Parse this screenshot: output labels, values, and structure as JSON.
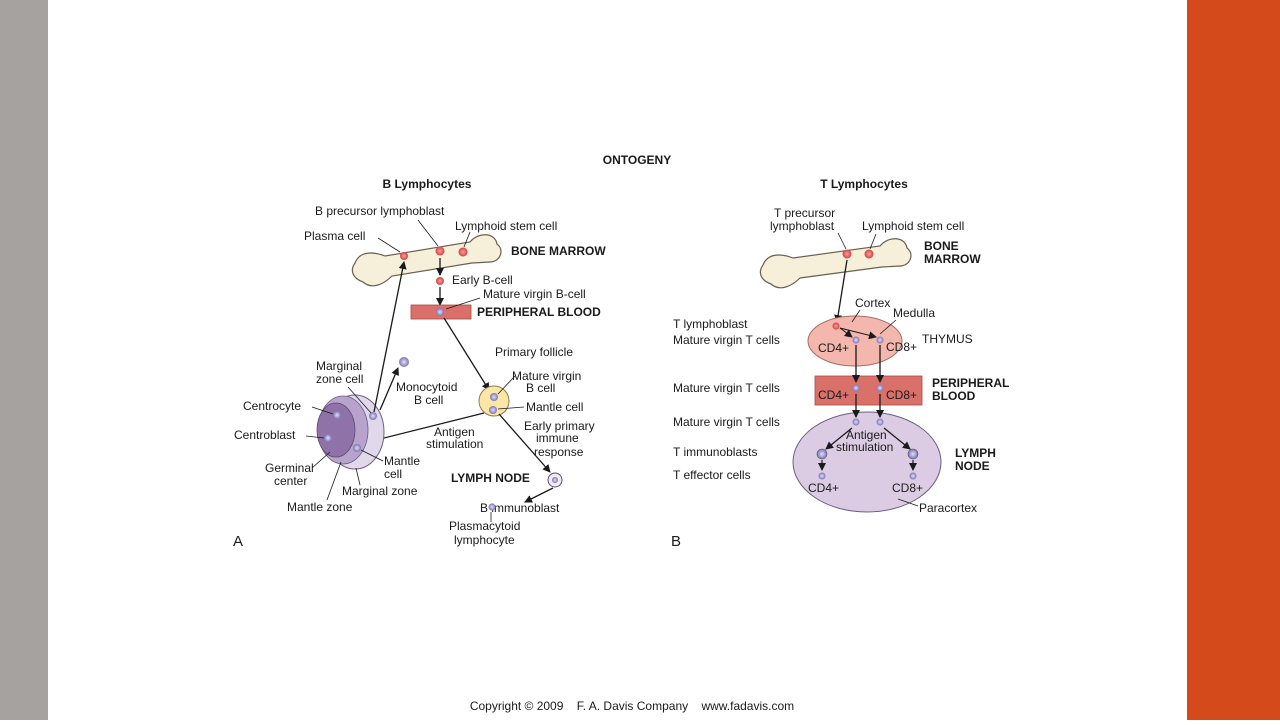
{
  "title": "ONTOGENY",
  "b_panel": {
    "heading": "B Lymphocytes",
    "panel_letter": "A",
    "labels": {
      "b_precursor": "B precursor lymphoblast",
      "stem_cell": "Lymphoid stem cell",
      "plasma_cell": "Plasma cell",
      "bone_marrow": "BONE MARROW",
      "early_b": "Early B-cell",
      "mature_virgin_b": "Mature virgin B-cell",
      "peripheral_blood": "PERIPHERAL BLOOD",
      "primary_follicle": "Primary follicle",
      "marginal_zone_cell_1": "Marginal",
      "marginal_zone_cell_2": "zone cell",
      "monocytoid_1": "Monocytoid",
      "monocytoid_2": "B cell",
      "mature_virgin_bcell_1": "Mature virgin",
      "mature_virgin_bcell_2": "B cell",
      "centrocyte": "Centrocyte",
      "mantle_cell": "Mantle cell",
      "centroblast": "Centroblast",
      "antigen_1": "Antigen",
      "antigen_2": "stimulation",
      "early_primary_1": "Early primary",
      "early_primary_2": "immune",
      "early_primary_3": "response",
      "germinal_1": "Germinal",
      "germinal_2": "center",
      "mantle_cell_2a": "Mantle",
      "mantle_cell_2b": "cell",
      "lymph_node": "LYMPH NODE",
      "marginal_zone": "Marginal zone",
      "mantle_zone": "Mantle zone",
      "b_immunoblast": "B immunoblast",
      "plasmacytoid_1": "Plasmacytoid",
      "plasmacytoid_2": "lymphocyte"
    }
  },
  "t_panel": {
    "heading": "T Lymphocytes",
    "panel_letter": "B",
    "labels": {
      "t_precursor_1": "T precursor",
      "t_precursor_2": "lymphoblast",
      "stem_cell": "Lymphoid stem cell",
      "bone_1": "BONE",
      "bone_2": "MARROW",
      "cortex": "Cortex",
      "medulla": "Medulla",
      "t_lymphoblast": "T lymphoblast",
      "mature_virgin_t_1": "Mature virgin T cells",
      "cd4_thymus": "CD4+",
      "cd8_thymus": "CD8+",
      "thymus": "THYMUS",
      "mature_virgin_t_2": "Mature virgin T cells",
      "cd4_blood": "CD4+",
      "cd8_blood": "CD8+",
      "peripheral_1": "PERIPHERAL",
      "peripheral_2": "BLOOD",
      "mature_virgin_t_3": "Mature virgin T cells",
      "antigen_1": "Antigen",
      "antigen_2": "stimulation",
      "t_immunoblasts": "T immunoblasts",
      "lymph_1": "LYMPH",
      "lymph_2": "NODE",
      "t_effector": "T effector cells",
      "cd4_node": "CD4+",
      "cd8_node": "CD8+",
      "paracortex": "Paracortex"
    }
  },
  "footer": "Copyright © 2009    F. A. Davis Company    www.fadavis.com",
  "colors": {
    "left_bar": "#a5a2a0",
    "right_bar": "#d54a1a",
    "blood_band": "#d9706a",
    "thymus": "#f3b7ad",
    "lymph_node_t": "#dccce3",
    "germinal": "#9c7bb0"
  }
}
